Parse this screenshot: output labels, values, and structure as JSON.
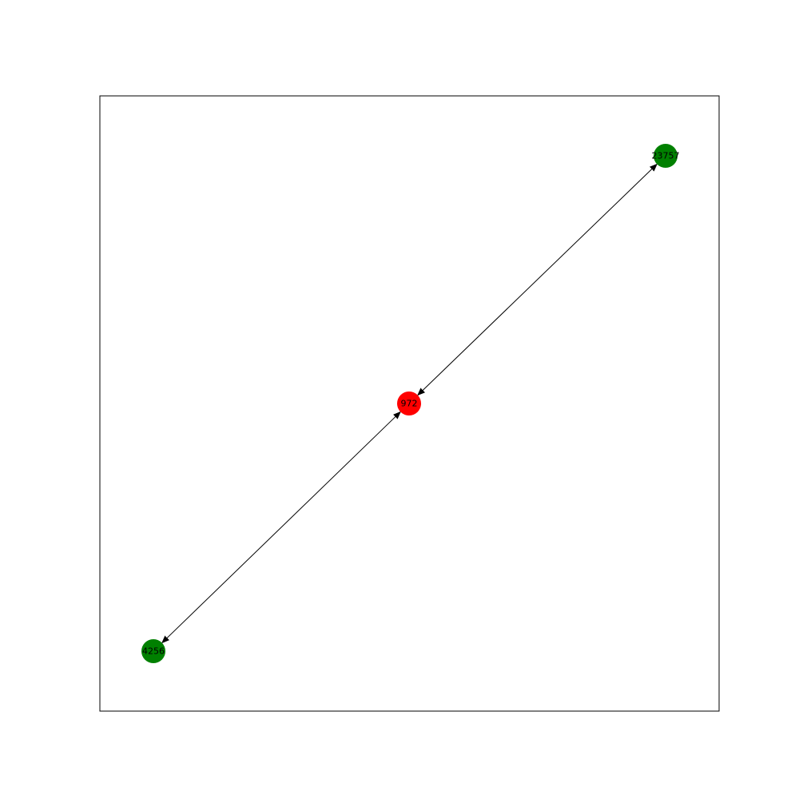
{
  "graph": {
    "nodes": [
      {
        "id": "972",
        "label": "972",
        "color": "#ff0000"
      },
      {
        "id": "23757",
        "label": "23757",
        "color": "#008000"
      },
      {
        "id": "4256",
        "label": "4256",
        "color": "#008000"
      }
    ],
    "edges": [
      {
        "source": "972",
        "target": "23757",
        "bidirectional": true
      },
      {
        "source": "972",
        "target": "4256",
        "bidirectional": true
      }
    ],
    "edge_color": "#000000",
    "frame_color": "#000000"
  }
}
